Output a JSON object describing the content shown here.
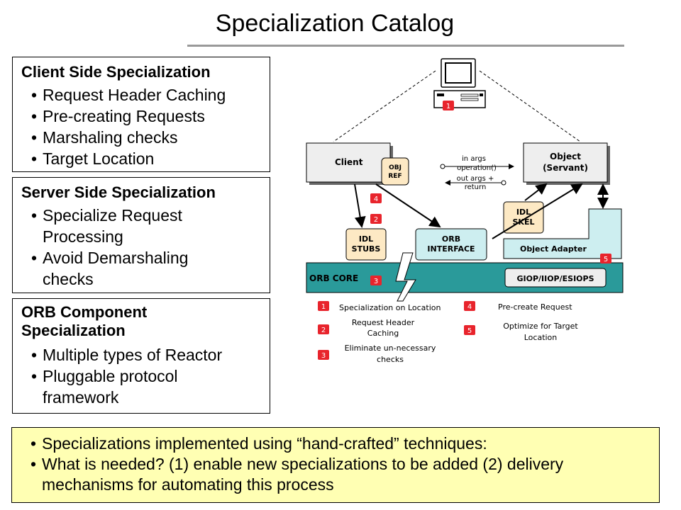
{
  "title": "Specialization Catalog",
  "client_box": {
    "heading": "Client Side Specialization",
    "items": [
      "Request Header Caching",
      "Pre-creating Requests",
      "Marshaling checks",
      "Target Location"
    ]
  },
  "server_box": {
    "heading": "Server Side Specialization",
    "items": [
      {
        "line1": "Specialize Request",
        "line2": "Processing"
      },
      {
        "line1": "Avoid Demarshaling",
        "line2": "checks"
      }
    ]
  },
  "orb_box": {
    "heading_line1": "ORB Component",
    "heading_line2": "Specialization",
    "items": [
      {
        "line1": "Multiple types of Reactor",
        "line2": ""
      },
      {
        "line1": "Pluggable protocol",
        "line2": "framework"
      }
    ]
  },
  "diagram": {
    "client": "Client",
    "obj_ref": [
      "OBJ",
      "REF"
    ],
    "in_args": "in args",
    "operation": "operation()",
    "out_args": "out args +",
    "return": "return",
    "object": [
      "Object",
      "(Servant)"
    ],
    "idl_stubs": [
      "IDL",
      "STUBS"
    ],
    "orb_interface": [
      "ORB",
      "INTERFACE"
    ],
    "idl_skel": [
      "IDL",
      "SKEL"
    ],
    "object_adapter": "Object Adapter",
    "orb_core": "ORB CORE",
    "giop": "GIOP/IIOP/ESIOPS",
    "badge_labels": [
      "1",
      "4",
      "2",
      "3",
      "5"
    ],
    "legend": [
      {
        "num": "1",
        "text": [
          "Specialization on Location"
        ]
      },
      {
        "num": "2",
        "text": [
          "Request Header",
          "Caching"
        ]
      },
      {
        "num": "3",
        "text": [
          "Eliminate un-necessary",
          "checks"
        ]
      },
      {
        "num": "4",
        "text": [
          "Pre-create Request"
        ]
      },
      {
        "num": "5",
        "text": [
          "Optimize for Target",
          "Location"
        ]
      }
    ],
    "colors": {
      "badge": "#e8242c",
      "teal": "#2a9a9a",
      "light_teal": "#cdeef0",
      "stub_fill": "#fde9c4",
      "box_fill": "#eeeeee"
    }
  },
  "bottom_box": {
    "items": [
      {
        "line1": "Specializations implemented using “hand-crafted” techniques:",
        "line2": ""
      },
      {
        "line1": "What is needed? (1) enable new specializations to be added (2) delivery",
        "line2": "mechanisms for automating this process"
      }
    ]
  }
}
